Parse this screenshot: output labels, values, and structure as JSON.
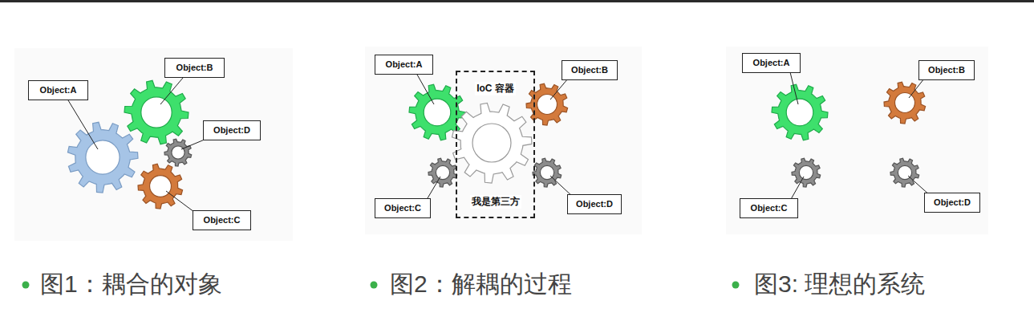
{
  "diagram": {
    "nodes": [
      {
        "text": [
          "Object:A"
        ]
      },
      {
        "text": [
          "Object:B"
        ]
      },
      {
        "text": [
          "Object:D"
        ]
      },
      {
        "text": [
          "Object:C"
        ]
      },
      {
        "text": [
          "Object:A"
        ]
      },
      {
        "text": [
          "IoC 容器",
          "我是第三方"
        ]
      },
      {
        "text": [
          "Object:B"
        ]
      },
      {
        "text": [
          "Object:C"
        ]
      },
      {
        "text": [
          "Object:D"
        ]
      },
      {
        "text": [
          "Object:A"
        ]
      },
      {
        "text": [
          "Object:B"
        ]
      },
      {
        "text": [
          "Object:C"
        ]
      },
      {
        "text": [
          "Object:D"
        ]
      }
    ],
    "labels": [
      "图1：耦合的对象",
      "图2：解耦的过程",
      "图3: 理想的系统"
    ]
  }
}
